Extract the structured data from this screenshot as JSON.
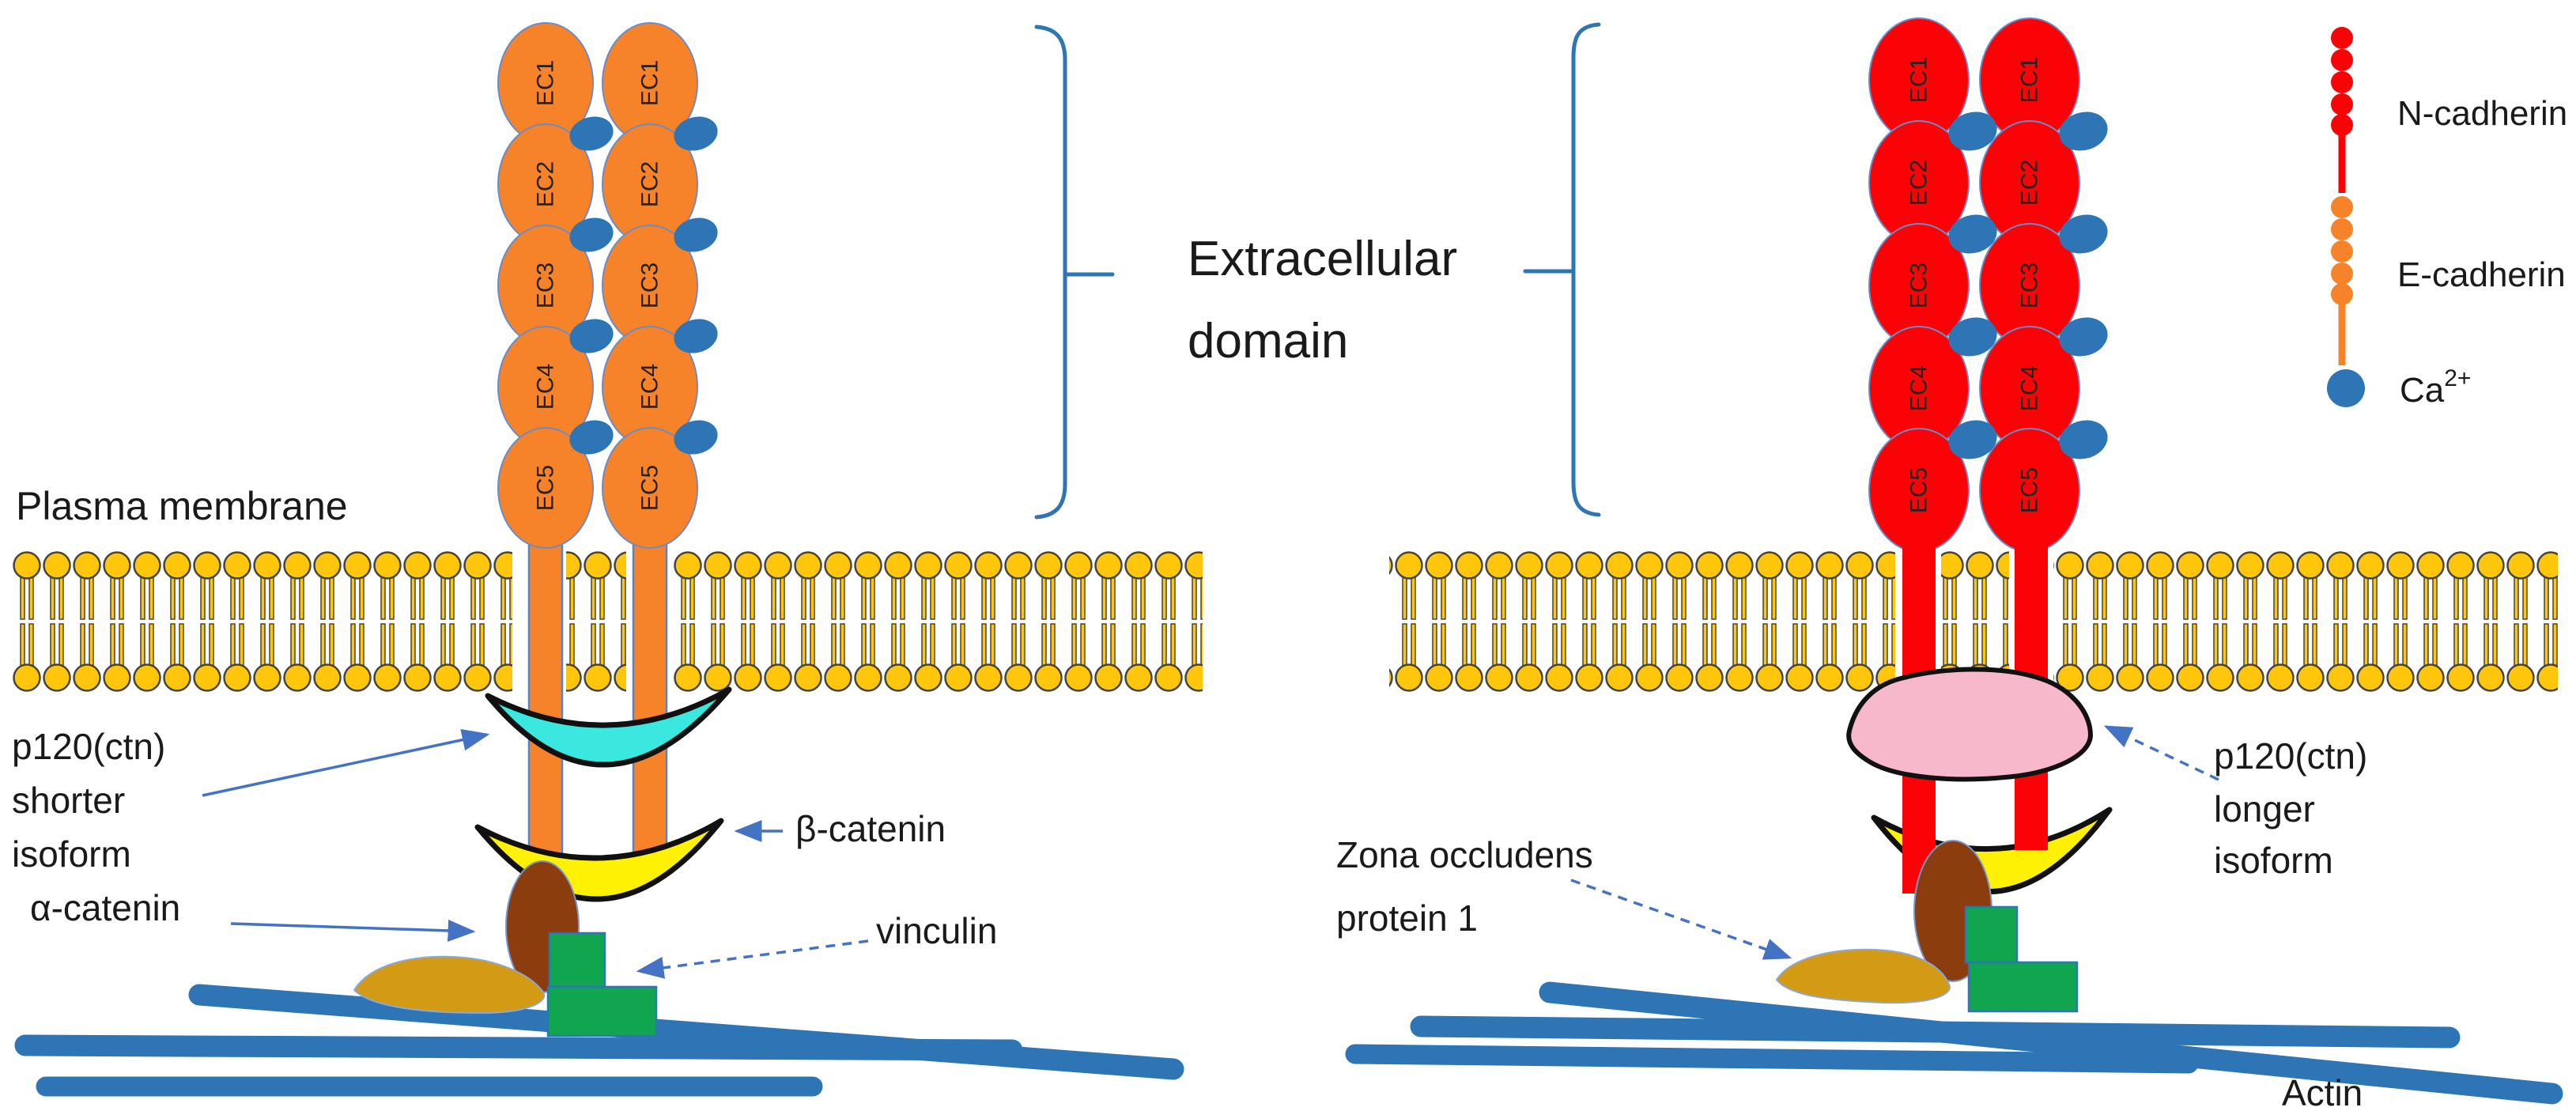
{
  "labels": {
    "plasma_membrane": "Plasma membrane",
    "extracellular_line1": "Extracellular",
    "extracellular_line2": "domain",
    "p120_shorter_line1": "p120(ctn)",
    "p120_shorter_line2": "shorter",
    "p120_shorter_line3": "isoform",
    "alpha_catenin": "α-catenin",
    "beta_catenin": "β-catenin",
    "vinculin": "vinculin",
    "zo1_line1": "Zona occludens",
    "zo1_line2": "protein 1",
    "p120_longer_line1": "p120(ctn)",
    "p120_longer_line2": "longer",
    "p120_longer_line3": "isoform",
    "actin": "Actin"
  },
  "legend": {
    "n_cadherin": "N-cadherin",
    "e_cadherin": "E-cadherin",
    "calcium": "Ca",
    "calcium_sup": "2+"
  },
  "ec_domains": [
    "EC1",
    "EC2",
    "EC3",
    "EC4",
    "EC5"
  ],
  "colors": {
    "e_cadherin_orange": "#F68329",
    "n_cadherin_red": "#FB0207",
    "calcium_blue": "#2E75B6",
    "membrane_yellow": "#FFC60B",
    "p120_short_cyan": "#3BE8DF",
    "beta_catenin_yellow": "#FEF104",
    "alpha_catenin_brown": "#8B3D0E",
    "vinculin_green": "#0FA64F",
    "zo1_gold": "#D29B13",
    "p120_long_pink": "#F8B8CC",
    "actin_blue": "#2E75B6",
    "arrow_blue": "#4472C4",
    "bracket_blue": "#2E75B6"
  }
}
